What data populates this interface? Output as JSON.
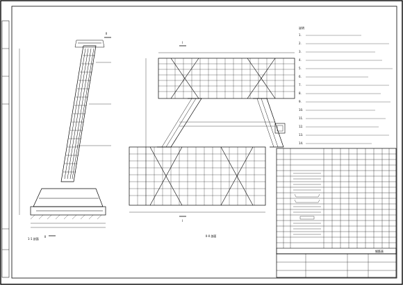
{
  "labels": {
    "cut_top": "I",
    "cut_bottom": "I",
    "cut_left_top": "II",
    "cut_left_bottom": "II",
    "section_left": "1-1 剖面",
    "section_right": "II-II 剖面"
  },
  "notes": {
    "heading": "说明",
    "lines": [
      "1.",
      "2.",
      "3.",
      "4.",
      "5.",
      "6.",
      "7.",
      "8.",
      "9.",
      "10.",
      "11.",
      "12.",
      "13.",
      "14."
    ]
  },
  "table": {
    "title": "钢筋表",
    "rows": 18
  }
}
